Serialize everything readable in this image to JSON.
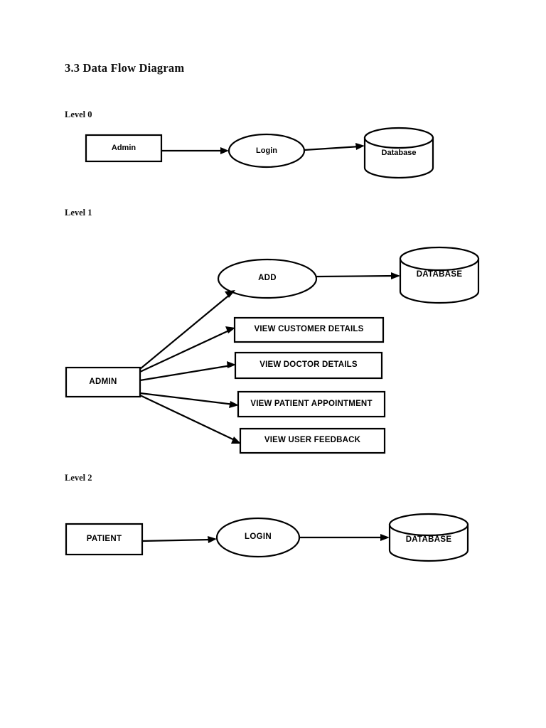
{
  "document": {
    "section_heading": "3.3 Data Flow Diagram"
  },
  "levels": [
    {
      "label": "Level 0",
      "nodes": {
        "entity": "Admin",
        "process": "Login",
        "datastore": "Database"
      }
    },
    {
      "label": "Level 1",
      "nodes": {
        "entity": "ADMIN",
        "process": "ADD",
        "datastore": "DATABASE",
        "outputs": [
          "VIEW CUSTOMER DETAILS",
          "VIEW DOCTOR DETAILS",
          "VIEW PATIENT APPOINTMENT",
          "VIEW USER FEEDBACK"
        ]
      }
    },
    {
      "label": "Level 2",
      "nodes": {
        "entity": "PATIENT",
        "process": "LOGIN",
        "datastore": "DATABASE"
      }
    }
  ],
  "style": {
    "stroke_color": "#000000",
    "fill_color": "#ffffff",
    "page_background": "#ffffff"
  }
}
